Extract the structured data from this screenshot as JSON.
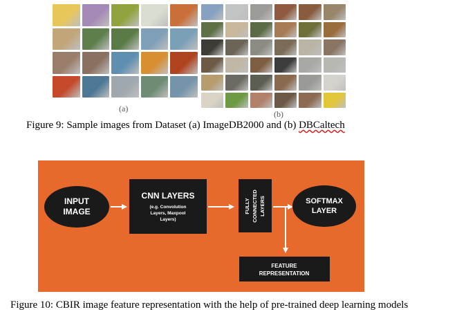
{
  "figure9": {
    "label_a": "(a)",
    "label_b": "(b)",
    "caption_prefix": "Figure 9: Sample images from Dataset (a) ImageDB2000 and (b) ",
    "caption_underlined": "DBCaltech",
    "thumbnails_a": [
      "#e8c75a",
      "#a488b6",
      "#8fa43e",
      "#d8dfd1",
      "#c9703a",
      "#c3a57a",
      "#5e7f4c",
      "#5a7b45",
      "#7fa0b8",
      "#7c9fb8",
      "#9a7d6a",
      "#8a7060",
      "#5f8fb0",
      "#d88f32",
      "#b0431f",
      "#c54a2b",
      "#4d7895",
      "#9ea8ae",
      "#6e8b73",
      "#7594aa"
    ],
    "thumbnails_b": [
      "#86a2c0",
      "#c1c4c3",
      "#9b9b98",
      "#8f5a3f",
      "#8a5c3f",
      "#99856a",
      "#5d7046",
      "#c8b79b",
      "#5b6b45",
      "#a77c55",
      "#6f6f3a",
      "#9a6d3c",
      "#3f3b36",
      "#6b6457",
      "#8c8c84",
      "#7b6c57",
      "#b9b4a6",
      "#8a7565",
      "#6d5a46",
      "#c0b7a7",
      "#7d5e42",
      "#3c3c3c",
      "#a8a8a5",
      "#b8b8b3",
      "#b79c6d",
      "#6d6a63",
      "#5b5e50",
      "#8a6a4e",
      "#9a9a96",
      "#d4d2cc",
      "#d9d4c6",
      "#6d9a43",
      "#b0806b",
      "#6c5a47",
      "#8d6b53",
      "#e2c63a"
    ]
  },
  "figure10": {
    "caption": "Figure 10: CBIR image feature representation with the help of pre-trained deep learning models",
    "diagram": {
      "background": "#e8692c",
      "node_fill": "#1a1a1a",
      "input_line1": "INPUT",
      "input_line2": "IMAGE",
      "cnn_title": "CNN LAYERS",
      "cnn_sub1": "(e.g. Convolution",
      "cnn_sub2": "Layers, Maxpool",
      "cnn_sub3": "Layers)",
      "fc_line1": "FULLY",
      "fc_line2": "CONNECTED",
      "fc_line3": "LAYERS",
      "softmax_line1": "SOFTMAX",
      "softmax_line2": "LAYER",
      "feature_line1": "FEATURE",
      "feature_line2": "REPRESENTATION"
    }
  }
}
